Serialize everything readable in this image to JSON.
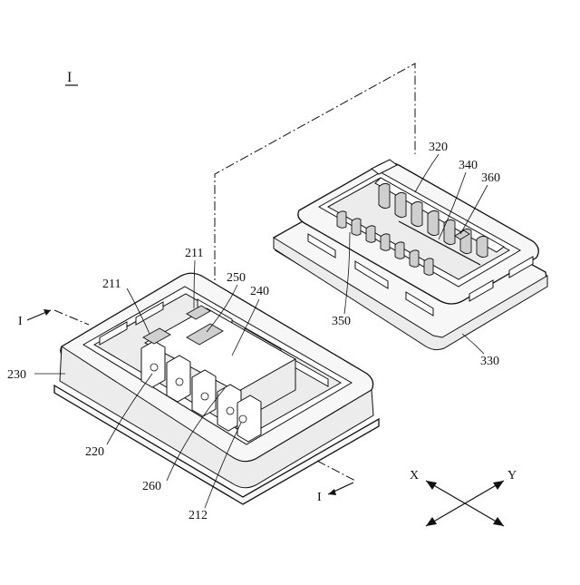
{
  "figure_label": "I",
  "section_marks": {
    "left": "I",
    "right": "I"
  },
  "axes": {
    "x": "X",
    "y": "Y"
  },
  "callouts": {
    "r211a": "211",
    "r211b": "211",
    "r250": "250",
    "r240": "240",
    "r230": "230",
    "r220": "220",
    "r260": "260",
    "r212": "212",
    "r320": "320",
    "r340": "340",
    "r360": "360",
    "r350": "350",
    "r330": "330"
  }
}
